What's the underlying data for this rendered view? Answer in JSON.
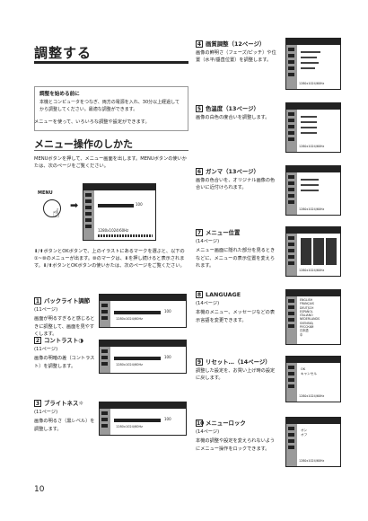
{
  "page": {
    "title": "調整する",
    "page_number": "10"
  },
  "note": {
    "heading": "調整を始める前に",
    "text": "本機とコンピュータをつなぎ、両方の電源を入れ、30分以上経過してから調整してください。最適な調整ができます。"
  },
  "intro": "メニューを使って、いろいろな調整や設定ができます。",
  "section": {
    "heading": "メニュー操作のしかた",
    "lead": "MENUボタンを押して、メニュー画面を出します。MENUボタンの使いかたは、次のページをご覧ください。",
    "menu_label": "MENU",
    "instructions": "⬇/⬆ボタンとOKボタンで、上のイラストにあるマークを選ぶと、以下の①~⑩のメニューが出ます。⑩のマークは、⬇を押し続けると表示されます。⬇/⬆ボタンとOKボタンの使いかたは、次のページをご覧ください。"
  },
  "left_items": [
    {
      "num": "1",
      "title": "バックライト調節",
      "lines": [
        "(11ページ)",
        "画面が明るすぎると感じるときに調整して、画面を見やすくします。"
      ]
    },
    {
      "num": "2",
      "title": "コントラスト◑",
      "lines": [
        "(11ページ)",
        "画像の明暗の差（コントラスト）を調整します。"
      ]
    },
    {
      "num": "3",
      "title": "ブライトネス☼",
      "lines": [
        "(11ページ)",
        "画像の明るさ（黒レベル）を調整します。"
      ]
    }
  ],
  "right_items": [
    {
      "num": "4",
      "title": "画質調整（12ページ）",
      "lines": [
        "画像の鮮明さ（フェーズ/ピッチ）や位置（水平/垂直位置）を調整します。"
      ]
    },
    {
      "num": "5",
      "title": "色温度（13ページ）",
      "lines": [
        "画像の白色の度合いを調整します。"
      ]
    },
    {
      "num": "6",
      "title": "ガンマ（13ページ）",
      "lines": [
        "画像の色合いを、オリジナル画像の色合いに近付けられます。"
      ]
    },
    {
      "num": "7",
      "title": "メニュー位置",
      "lines": [
        "(14ページ)",
        "メニュー画面に隠れた部分を見るときなどに、メニューの表示位置を変えられます。"
      ]
    },
    {
      "num": "8",
      "title": "LANGUAGE",
      "lines": [
        "(14ページ)",
        "本機のメニュー、メッセージなどの表示言語を変更できます。"
      ]
    },
    {
      "num": "9",
      "title": "リセット…（14ページ）",
      "lines": [
        "調整した設定を、お買い上げ時の設定に戻します。"
      ]
    },
    {
      "num": "10",
      "title": "メニューロック",
      "lines": [
        "(14ページ)",
        "本機の調整や設定を変えられないようにメニュー操作をロックできます。"
      ]
    }
  ],
  "screens": {
    "menu_1": "100",
    "menu_2": "100",
    "menu_3": "100",
    "footer": "1280x1024/60Hz",
    "language_options": [
      "ENGLISH",
      "FRANÇAIS",
      "DEUTSCH",
      "ESPAÑOL",
      "ITALIANO",
      "NEDERLANDS",
      "SVENSKA",
      "РУССКИЙ",
      "日本語",
      "中"
    ],
    "reset_options": [
      "OK",
      "キャンセル"
    ],
    "lock_options": [
      "オン",
      "オフ"
    ]
  }
}
